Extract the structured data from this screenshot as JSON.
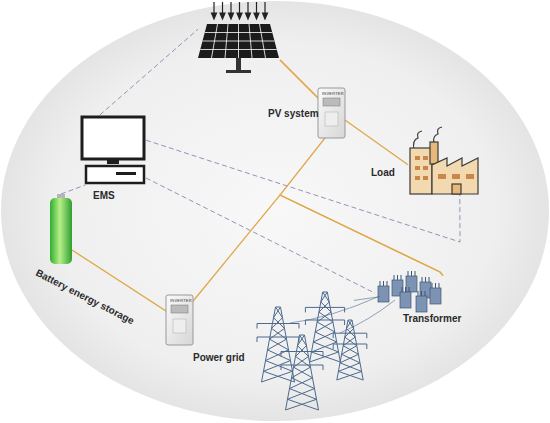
{
  "diagram": {
    "nodes": [
      {
        "text": [
          "PV system"
        ]
      },
      {
        "text": [
          "EMS"
        ]
      },
      {
        "text": [
          "Load"
        ]
      },
      {
        "text": [
          "Battery energy storage"
        ]
      },
      {
        "text": [
          "Transformer"
        ]
      },
      {
        "text": [
          "Power grid"
        ]
      }
    ],
    "edges": [
      {
        "from": 1,
        "to": 0,
        "arrow": "none"
      },
      {
        "from": 1,
        "to": 2,
        "arrow": "none"
      },
      {
        "from": 3,
        "to": 1,
        "arrow": "none"
      },
      {
        "from": 1,
        "to": 4,
        "arrow": "none"
      },
      {
        "from": 0,
        "to": 2,
        "arrow": "none"
      },
      {
        "from": 0,
        "to": 4,
        "arrow": "none"
      },
      {
        "from": 3,
        "to": 4,
        "arrow": "none"
      },
      {
        "from": 5,
        "to": 4,
        "arrow": "none"
      }
    ],
    "labels": [
      "INVERTER",
      "INVERTER"
    ]
  }
}
